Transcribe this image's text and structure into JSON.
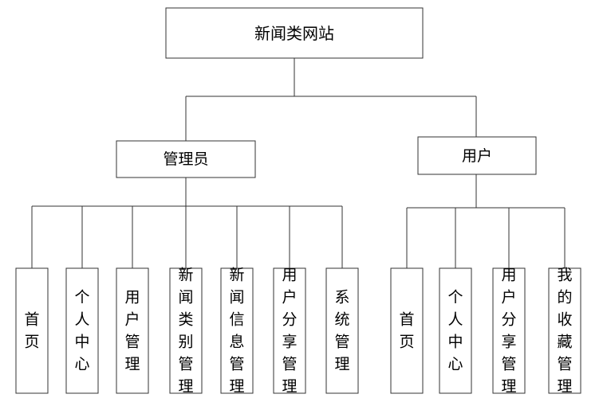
{
  "root": {
    "label": "新闻类网站"
  },
  "groups": [
    {
      "label": "管理员",
      "children": [
        "首页",
        "个人中心",
        "用户管理",
        "新闻类别管理",
        "新闻信息管理",
        "用户分享管理",
        "系统管理"
      ]
    },
    {
      "label": "用户",
      "children": [
        "首页",
        "个人中心",
        "用户分享管理",
        "我的收藏管理"
      ]
    }
  ]
}
